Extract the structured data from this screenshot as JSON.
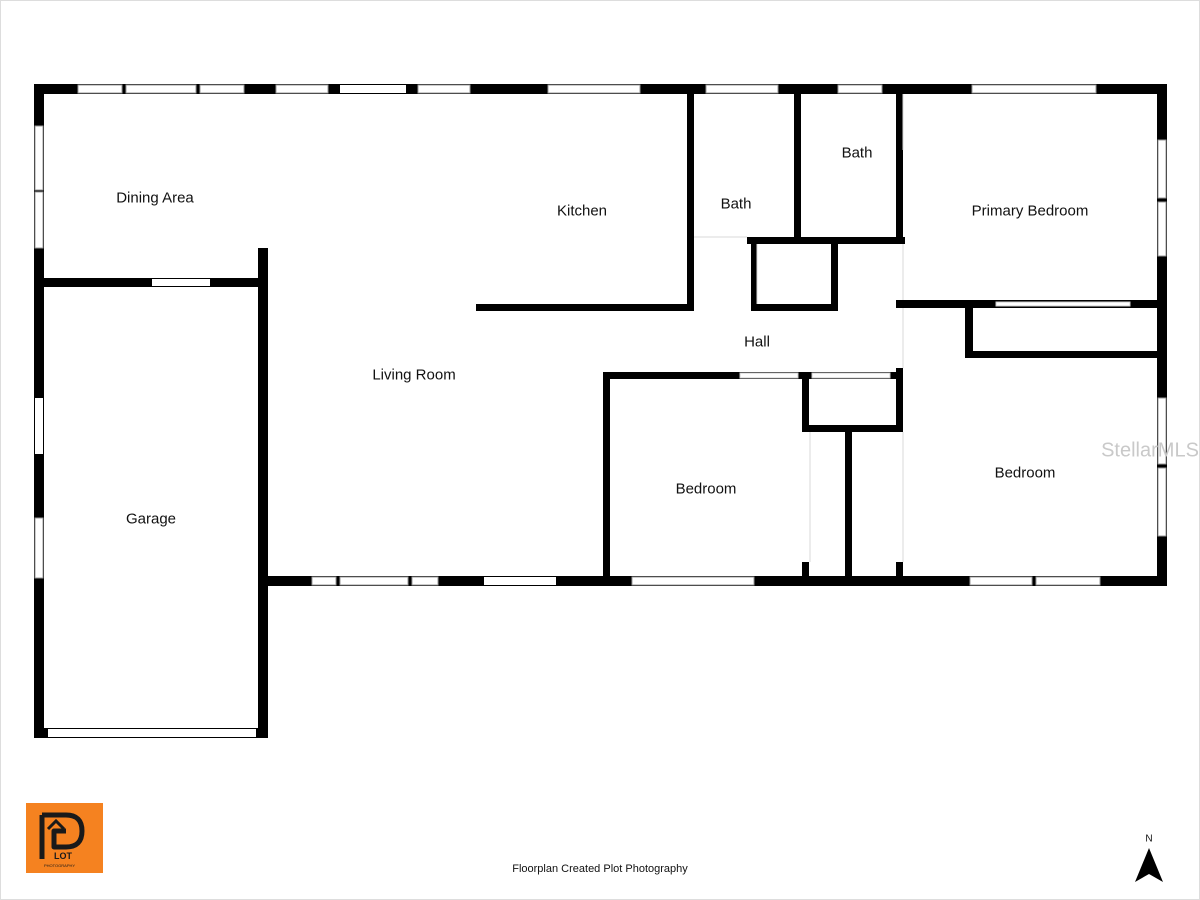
{
  "rooms": {
    "dining": "Dining Area",
    "kitchen": "Kitchen",
    "bath_small": "Bath",
    "bath_upper": "Bath",
    "primary_bedroom": "Primary Bedroom",
    "living": "Living Room",
    "hall": "Hall",
    "garage": "Garage",
    "bedroom_center": "Bedroom",
    "bedroom_right": "Bedroom"
  },
  "footer": {
    "credit": "Floorplan Created Plot Photography"
  },
  "watermark": "StellarMLS",
  "north_label": "N",
  "logo": {
    "brand": "LOT",
    "tagline": "PHOTOGRAPHY"
  },
  "colors": {
    "wall": "#000000",
    "opening": "#ffffff",
    "logo_bg": "#f58220",
    "watermark": "#c9c9c9"
  }
}
